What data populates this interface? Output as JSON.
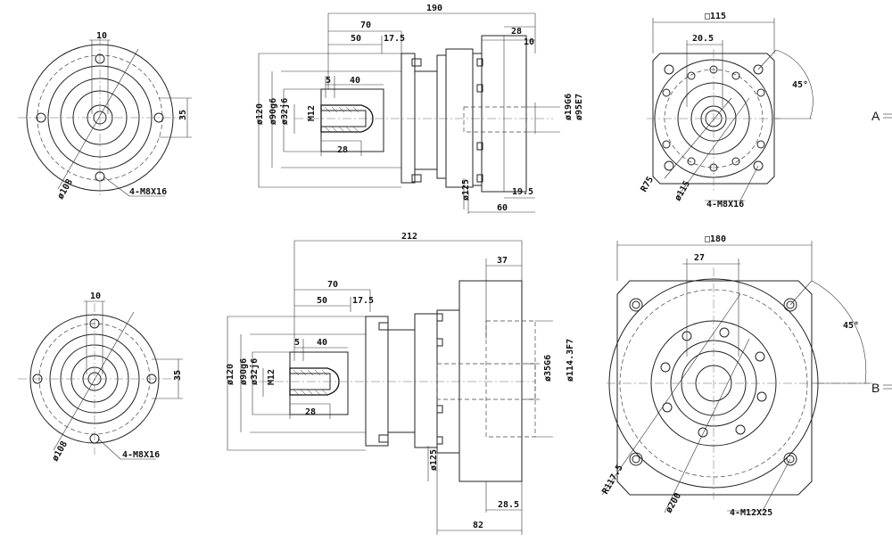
{
  "side_labels": {
    "a": "A",
    "b": "B"
  },
  "top_row": {
    "front_view": {
      "d_dia": "10",
      "d_pcd": "35",
      "d_circle": "ø108",
      "d_holes": "4-M8X16"
    },
    "side_view": {
      "d_total": "190",
      "d_70": "70",
      "d_50": "50",
      "d_175": "17.5",
      "d_5": "5",
      "d_40": "40",
      "d_28": "28",
      "d_dia120": "ø120",
      "d_dia90": "ø90g6",
      "d_dia32": "ø32j6",
      "d_m12": "M12",
      "d_r28": "28",
      "d_r10": "10",
      "d_dia19": "ø19G6",
      "d_dia95": "ø95E7",
      "d_dia125": "ø125",
      "d_195": "19.5",
      "d_60": "60"
    },
    "flange_view": {
      "d_sq": "□115",
      "d_205": "20.5",
      "d_angle": "45°",
      "d_r75": "R75",
      "d_dia115": "ø115",
      "d_holes": "4-M8X16"
    }
  },
  "bottom_row": {
    "front_view": {
      "d_dia": "10",
      "d_pcd": "35",
      "d_circle": "ø108",
      "d_holes": "4-M8X16"
    },
    "side_view": {
      "d_total": "212",
      "d_70": "70",
      "d_50": "50",
      "d_175": "17.5",
      "d_5": "5",
      "d_40": "40",
      "d_28": "28",
      "d_dia120": "ø120",
      "d_dia90": "ø90g6",
      "d_dia32": "ø32j6",
      "d_m12": "M12",
      "d_37": "37",
      "d_dia35": "ø35G6",
      "d_dia114": "ø114.3F7",
      "d_dia125": "ø125",
      "d_285": "28.5",
      "d_82": "82"
    },
    "flange_view": {
      "d_sq": "□180",
      "d_27": "27",
      "d_angle": "45°",
      "d_r1175": "R117.5",
      "d_dia200": "ø200",
      "d_holes": "4-M12X25"
    }
  }
}
